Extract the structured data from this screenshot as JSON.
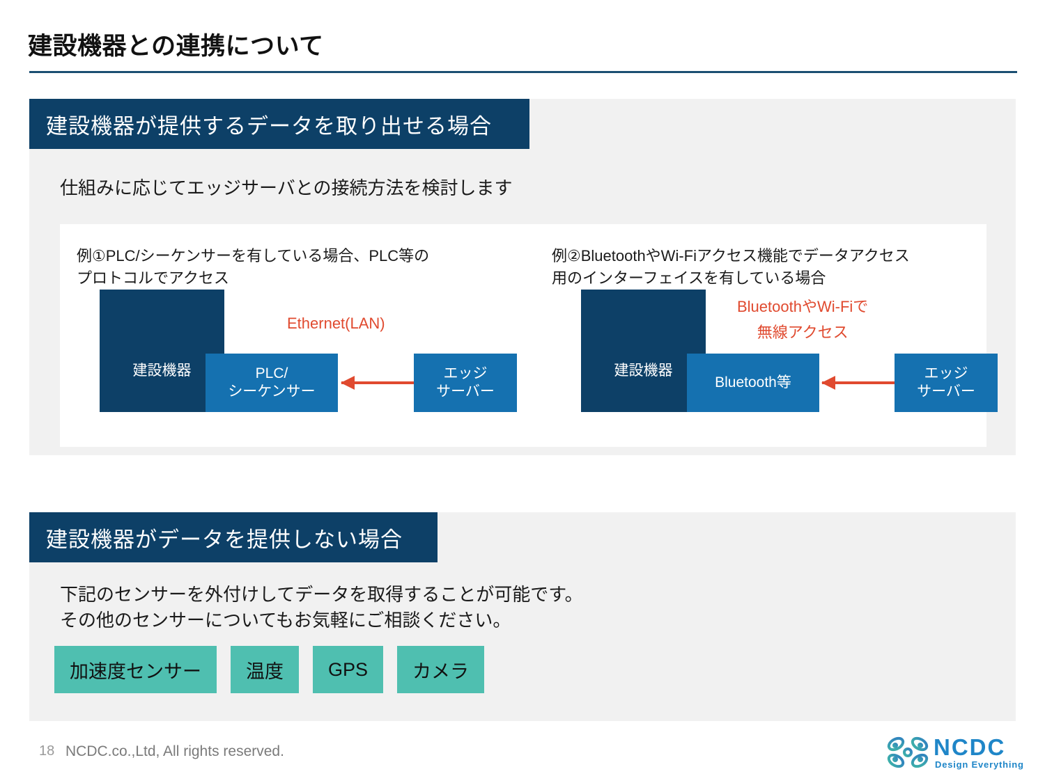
{
  "slide": {
    "title": "建設機器との連携について",
    "page_number": "18",
    "copyright": "NCDC.co.,Ltd, All rights reserved."
  },
  "colors": {
    "navy": "#0d4067",
    "blue": "#1571b0",
    "red": "#e04a2f",
    "teal": "#4fbfb0",
    "panel_gray": "#f1f1f1",
    "rule": "#1b4f72",
    "logo_blue": "#1f86c8"
  },
  "section_one": {
    "header": "建設機器が提供するデータを取り出せる場合",
    "lead": "仕組みに応じてエッジサーバとの接続方法を検討します",
    "examples": [
      {
        "caption_line1": "例①PLC/シーケンサーを有している場合、PLC等の",
        "caption_line2": "プロトコルでアクセス",
        "device_label": "建設機器",
        "interface_label_line1": "PLC/",
        "interface_label_line2": "シーケンサー",
        "edge_label_line1": "エッジ",
        "edge_label_line2": "サーバー",
        "note_line1": "Ethernet(LAN)",
        "note_line2": ""
      },
      {
        "caption_line1": "例②BluetoothやWi-Fiアクセス機能でデータアクセス",
        "caption_line2": "用のインターフェイスを有している場合",
        "device_label": "建設機器",
        "interface_label_line1": "Bluetooth等",
        "interface_label_line2": "",
        "edge_label_line1": "エッジ",
        "edge_label_line2": "サーバー",
        "note_line1": "BluetoothやWi-Fiで",
        "note_line2": "無線アクセス"
      }
    ]
  },
  "section_two": {
    "header": "建設機器がデータを提供しない場合",
    "lead_line1": "下記のセンサーを外付けしてデータを取得することが可能です。",
    "lead_line2": "その他のセンサーについてもお気軽にご相談ください。",
    "sensors": [
      "加速度センサー",
      "温度",
      "GPS",
      "カメラ"
    ]
  },
  "logo": {
    "wordmark": "NCDC",
    "tagline": "Design Everything"
  }
}
